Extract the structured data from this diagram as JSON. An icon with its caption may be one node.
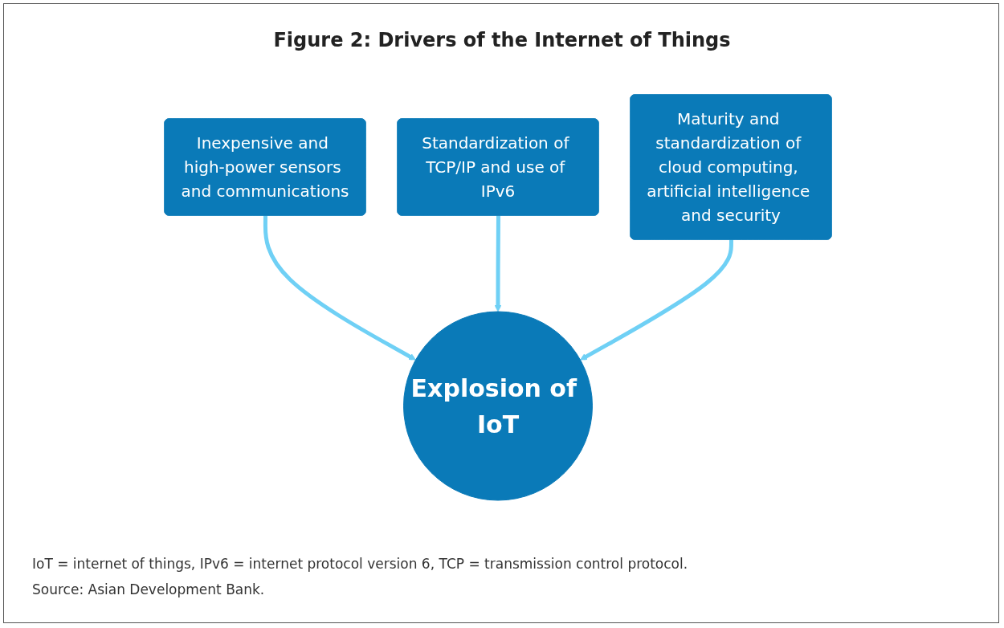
{
  "diagram": {
    "title": "Figure 2: Drivers of the Internet of Things",
    "nodes": [
      {
        "text": [
          "Inexpensive and high-power sensors and communications"
        ]
      },
      {
        "text": [
          "Standardization of TCP/IP and use of IPv6"
        ]
      },
      {
        "text": [
          "Maturity and standardization of cloud computing, artificial intelligence and security"
        ]
      },
      {
        "text": [
          "Explosion of IoT"
        ]
      }
    ],
    "edges": [
      {
        "from": 0,
        "to": 3,
        "arrow": "to"
      },
      {
        "from": 1,
        "to": 3,
        "arrow": "to"
      },
      {
        "from": 2,
        "to": 3,
        "arrow": "to"
      }
    ],
    "labels": [
      "IoT = internet of things, IPv6 = internet protocol version 6, TCP = transmission control protocol.",
      "Source: Asian Development Bank."
    ]
  }
}
